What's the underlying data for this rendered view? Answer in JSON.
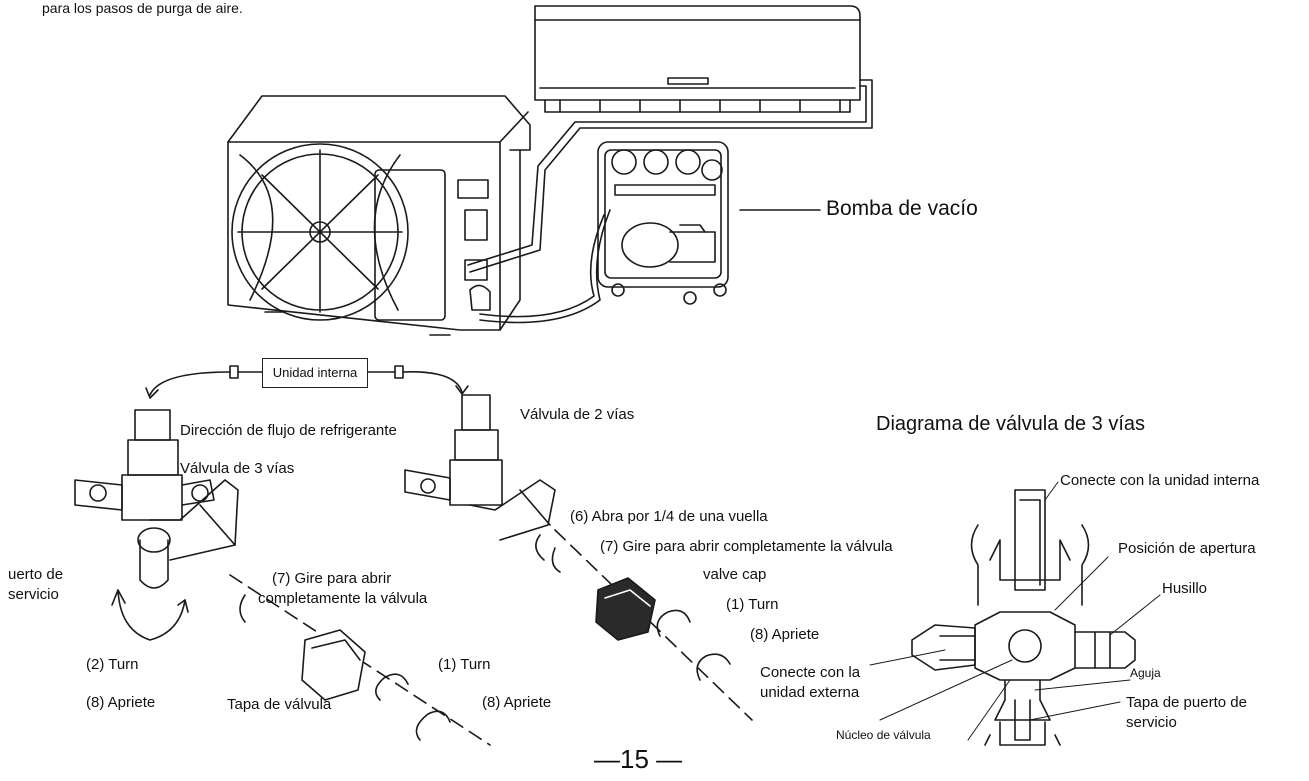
{
  "header": {
    "intro_text": "para los pasos de purga de aire."
  },
  "equipment": {
    "vacuum_pump_label": "Bomba de vacío",
    "indoor_unit_box": "Unidad interna"
  },
  "left_assembly": {
    "flow_direction": "Dirección de flujo de refrigerante",
    "three_way_valve": "Válvula de 3 vías",
    "service_port_line1": "uerto de",
    "service_port_line2": "servicio",
    "turn_2": "(2) Turn",
    "tighten_8a": "(8) Apriete",
    "open_fully_line1": "(7) Gire para abrir",
    "open_fully_line2": "completamente la válvula",
    "valve_cap_es": "Tapa de válvula",
    "turn_1": "(1) Turn",
    "tighten_8b": "(8) Apriete"
  },
  "right_assembly": {
    "two_way_valve": "Válvula de 2 vías",
    "open_quarter": "(6) Abra por 1/4 de una vuella",
    "open_fully": "(7) Gire para abrir completamente la válvula",
    "valve_cap_en": "valve cap",
    "turn_1": "(1) Turn",
    "tighten_8": "(8) Apriete",
    "connect_outdoor_line1": "Conecte con la",
    "connect_outdoor_line2": "unidad externa"
  },
  "three_way_diagram": {
    "title": "Diagrama de válvula de 3 vías",
    "connect_indoor": "Conecte con la unidad interna",
    "open_position": "Posición de apertura",
    "spindle": "Husillo",
    "needle": "Aguja",
    "valve_core": "Núcleo de válvula",
    "service_cap_line1": "Tapa de puerto de",
    "service_cap_line2": "servicio"
  },
  "footer": {
    "page_number": "—15 —"
  }
}
